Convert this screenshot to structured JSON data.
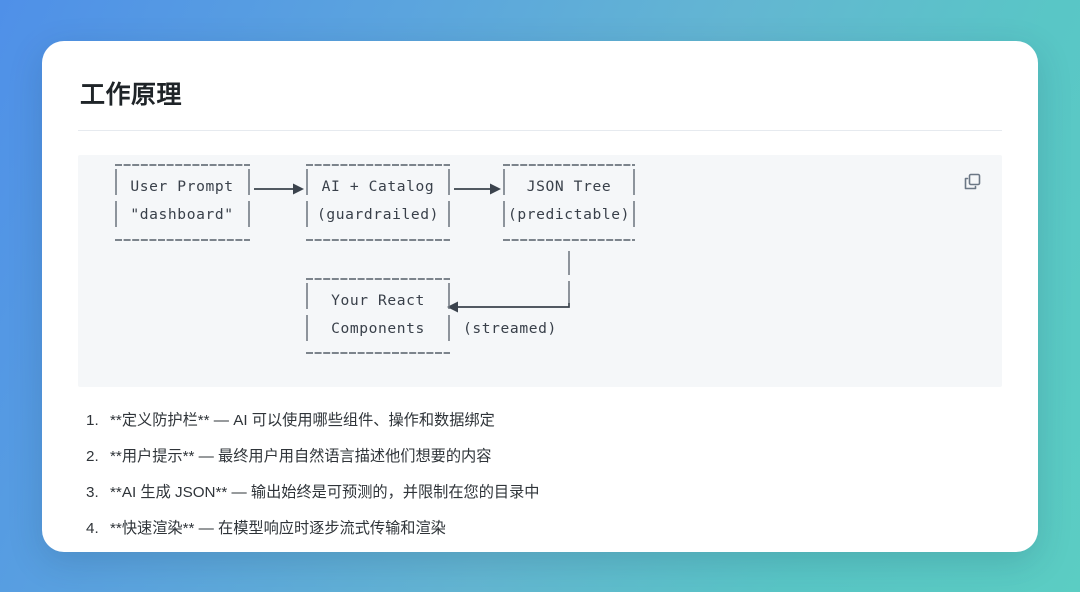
{
  "theme": {
    "gradient_start": "#4f90e8",
    "gradient_end": "#5bcdc3",
    "card_background": "#ffffff",
    "code_background": "#f5f7f9",
    "text_color": "#2f3439",
    "divider_color": "#e6eaef"
  },
  "card": {
    "title": "工作原理"
  },
  "code_block": {
    "copy_icon": "copy-icon",
    "diagram": {
      "type": "ascii-flow",
      "nodes": [
        {
          "id": "node-user-prompt",
          "line1": "User Prompt",
          "line2": "\"dashboard\""
        },
        {
          "id": "node-ai-catalog",
          "line1": "AI + Catalog",
          "line2": "(guardrailed)"
        },
        {
          "id": "node-json-tree",
          "line1": "JSON Tree",
          "line2": "(predictable)"
        },
        {
          "id": "node-react-components",
          "line1": "Your React",
          "line2": "Components"
        }
      ],
      "edges": [
        {
          "from": "node-user-prompt",
          "to": "node-ai-catalog",
          "label": ""
        },
        {
          "from": "node-ai-catalog",
          "to": "node-json-tree",
          "label": ""
        },
        {
          "from": "node-json-tree",
          "to": "node-react-components",
          "label": "(streamed)"
        }
      ],
      "edge_label": "(streamed)"
    }
  },
  "steps": [
    {
      "num": "1.",
      "text": "**定义防护栏** — AI 可以使用哪些组件、操作和数据绑定"
    },
    {
      "num": "2.",
      "text": "**用户提示** — 最终用户用自然语言描述他们想要的内容"
    },
    {
      "num": "3.",
      "text": "**AI 生成 JSON** — 输出始终是可预测的，并限制在您的目录中"
    },
    {
      "num": "4.",
      "text": "**快速渲染** — 在模型响应时逐步流式传输和渲染"
    }
  ]
}
